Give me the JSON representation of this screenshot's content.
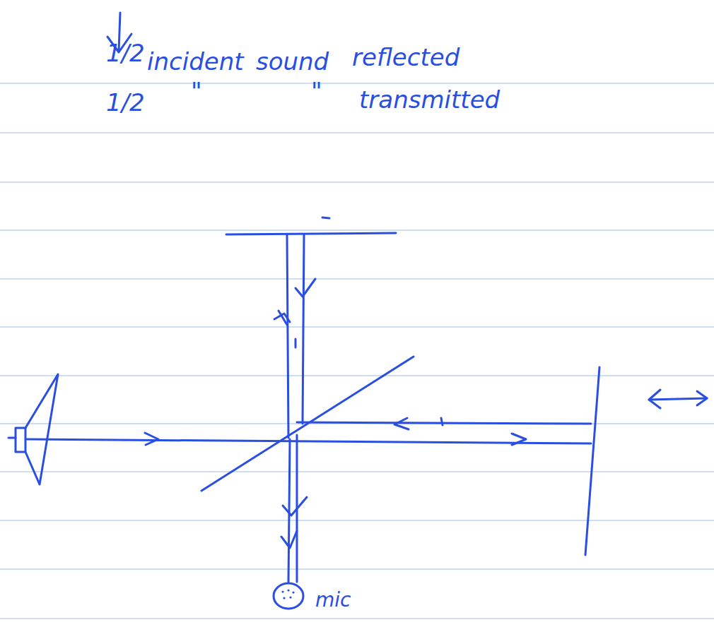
{
  "diagram": {
    "nodes": [
      {
        "text": [
          "mic"
        ]
      }
    ],
    "labels": [
      "1/2",
      "incident",
      "sound",
      "reflected",
      "1/2",
      "\"",
      "\"",
      "transmitted"
    ]
  }
}
